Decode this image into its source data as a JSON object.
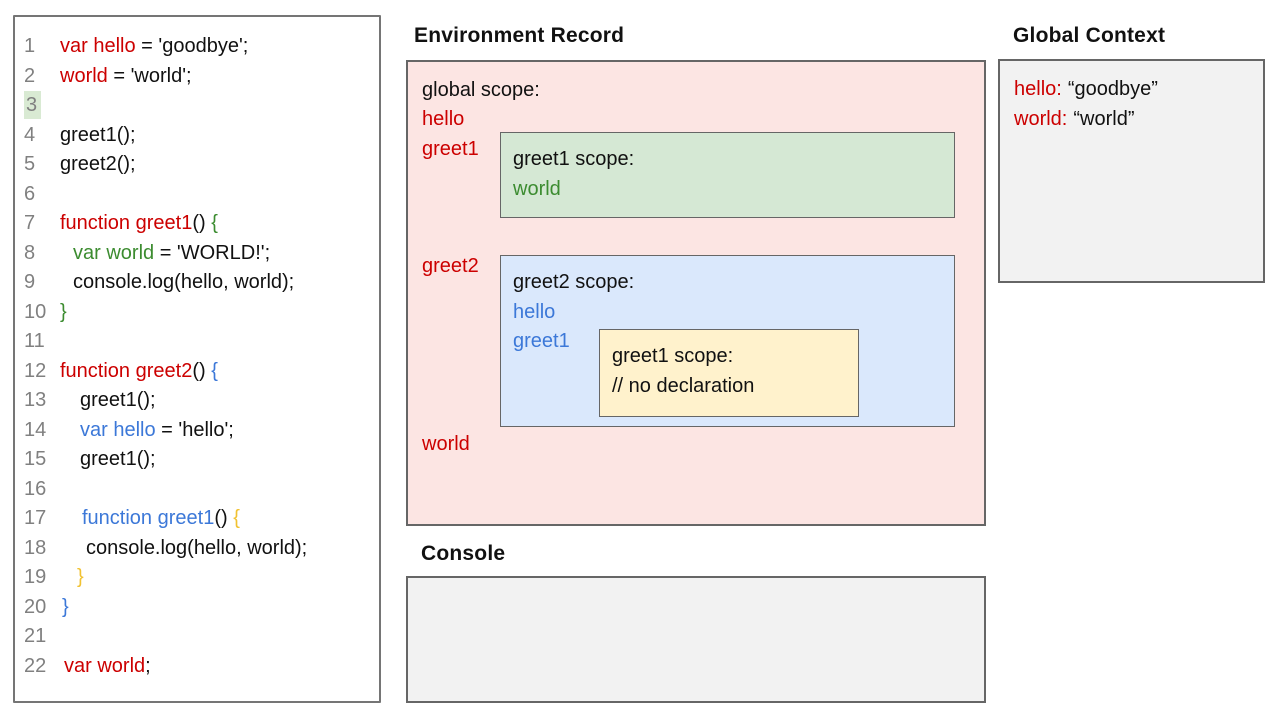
{
  "colors": {
    "red": "#CC0000",
    "green": "#3C8C30",
    "blue": "#3C78D8",
    "yellow": "#F1C232",
    "line_number": "#808080",
    "line3_highlight": "#D9EAD3",
    "global_scope_bg": "#FCE5E3",
    "greet1_scope_bg": "#D5E8D4",
    "greet2_scope_bg": "#DAE8FC",
    "inner_greet1_scope_bg": "#FFF2CC",
    "panel_bg": "#F2F2F2"
  },
  "code_panel": {
    "lines": [
      {
        "n": "1",
        "indent": 0,
        "hl": false,
        "segs": [
          {
            "t": "var hello",
            "c": "red"
          },
          {
            "t": " = 'goodbye';",
            "c": "k"
          }
        ]
      },
      {
        "n": "2",
        "indent": 0,
        "hl": false,
        "segs": [
          {
            "t": "world",
            "c": "red"
          },
          {
            "t": " = 'world';",
            "c": "k"
          }
        ]
      },
      {
        "n": "3",
        "indent": 0,
        "hl": true,
        "segs": []
      },
      {
        "n": "4",
        "indent": 0,
        "hl": false,
        "segs": [
          {
            "t": "greet1();",
            "c": "k"
          }
        ]
      },
      {
        "n": "5",
        "indent": 0,
        "hl": false,
        "segs": [
          {
            "t": "greet2();",
            "c": "k"
          }
        ]
      },
      {
        "n": "6",
        "indent": 0,
        "hl": false,
        "segs": []
      },
      {
        "n": "7",
        "indent": 0,
        "hl": false,
        "segs": [
          {
            "t": "function greet1",
            "c": "red"
          },
          {
            "t": "() ",
            "c": "k"
          },
          {
            "t": "{",
            "c": "grn"
          }
        ]
      },
      {
        "n": "8",
        "indent": 13,
        "hl": false,
        "segs": [
          {
            "t": "var world",
            "c": "grn"
          },
          {
            "t": " = 'WORLD!';",
            "c": "k"
          }
        ]
      },
      {
        "n": "9",
        "indent": 13,
        "hl": false,
        "segs": [
          {
            "t": "console.log(hello, world);",
            "c": "k"
          }
        ]
      },
      {
        "n": "10",
        "indent": 0,
        "hl": false,
        "segs": [
          {
            "t": "}",
            "c": "grn"
          }
        ]
      },
      {
        "n": "11",
        "indent": 0,
        "hl": false,
        "segs": []
      },
      {
        "n": "12",
        "indent": 0,
        "hl": false,
        "segs": [
          {
            "t": "function greet2",
            "c": "red"
          },
          {
            "t": "() ",
            "c": "k"
          },
          {
            "t": "{",
            "c": "blu"
          }
        ]
      },
      {
        "n": "13",
        "indent": 20,
        "hl": false,
        "segs": [
          {
            "t": "greet1();",
            "c": "k"
          }
        ]
      },
      {
        "n": "14",
        "indent": 20,
        "hl": false,
        "segs": [
          {
            "t": "var hello",
            "c": "blu"
          },
          {
            "t": " = 'hello';",
            "c": "k"
          }
        ]
      },
      {
        "n": "15",
        "indent": 20,
        "hl": false,
        "segs": [
          {
            "t": "greet1();",
            "c": "k"
          }
        ]
      },
      {
        "n": "16",
        "indent": 0,
        "hl": false,
        "segs": []
      },
      {
        "n": "17",
        "indent": 22,
        "hl": false,
        "segs": [
          {
            "t": "function greet1",
            "c": "blu"
          },
          {
            "t": "() ",
            "c": "k"
          },
          {
            "t": "{",
            "c": "yel"
          }
        ]
      },
      {
        "n": "18",
        "indent": 26,
        "hl": false,
        "segs": [
          {
            "t": "console.log(hello, world);",
            "c": "k"
          }
        ]
      },
      {
        "n": "19",
        "indent": 17,
        "hl": false,
        "segs": [
          {
            "t": "}",
            "c": "yel"
          }
        ]
      },
      {
        "n": "20",
        "indent": 2,
        "hl": false,
        "segs": [
          {
            "t": "}",
            "c": "blu"
          }
        ]
      },
      {
        "n": "21",
        "indent": 0,
        "hl": false,
        "segs": []
      },
      {
        "n": "22",
        "indent": 4,
        "hl": false,
        "segs": [
          {
            "t": "var world",
            "c": "red"
          },
          {
            "t": ";",
            "c": "k"
          }
        ]
      }
    ]
  },
  "environment_record": {
    "title": "Environment Record",
    "global_scope": {
      "label": "global scope:",
      "var1": "hello",
      "var2": "greet1",
      "var3": "greet2",
      "var4": "world"
    },
    "greet1_scope": {
      "label": "greet1 scope:",
      "var1": "world"
    },
    "greet2_scope": {
      "label": "greet2 scope:",
      "var1": "hello",
      "var2": "greet1",
      "inner_greet1_scope": {
        "label": "greet1 scope:",
        "comment": "// no declaration"
      }
    }
  },
  "global_context": {
    "title": "Global Context",
    "entries": [
      {
        "key": "hello:",
        "value": "“goodbye”"
      },
      {
        "key": "world:",
        "value": "“world”"
      }
    ]
  },
  "console_panel": {
    "title": "Console"
  }
}
